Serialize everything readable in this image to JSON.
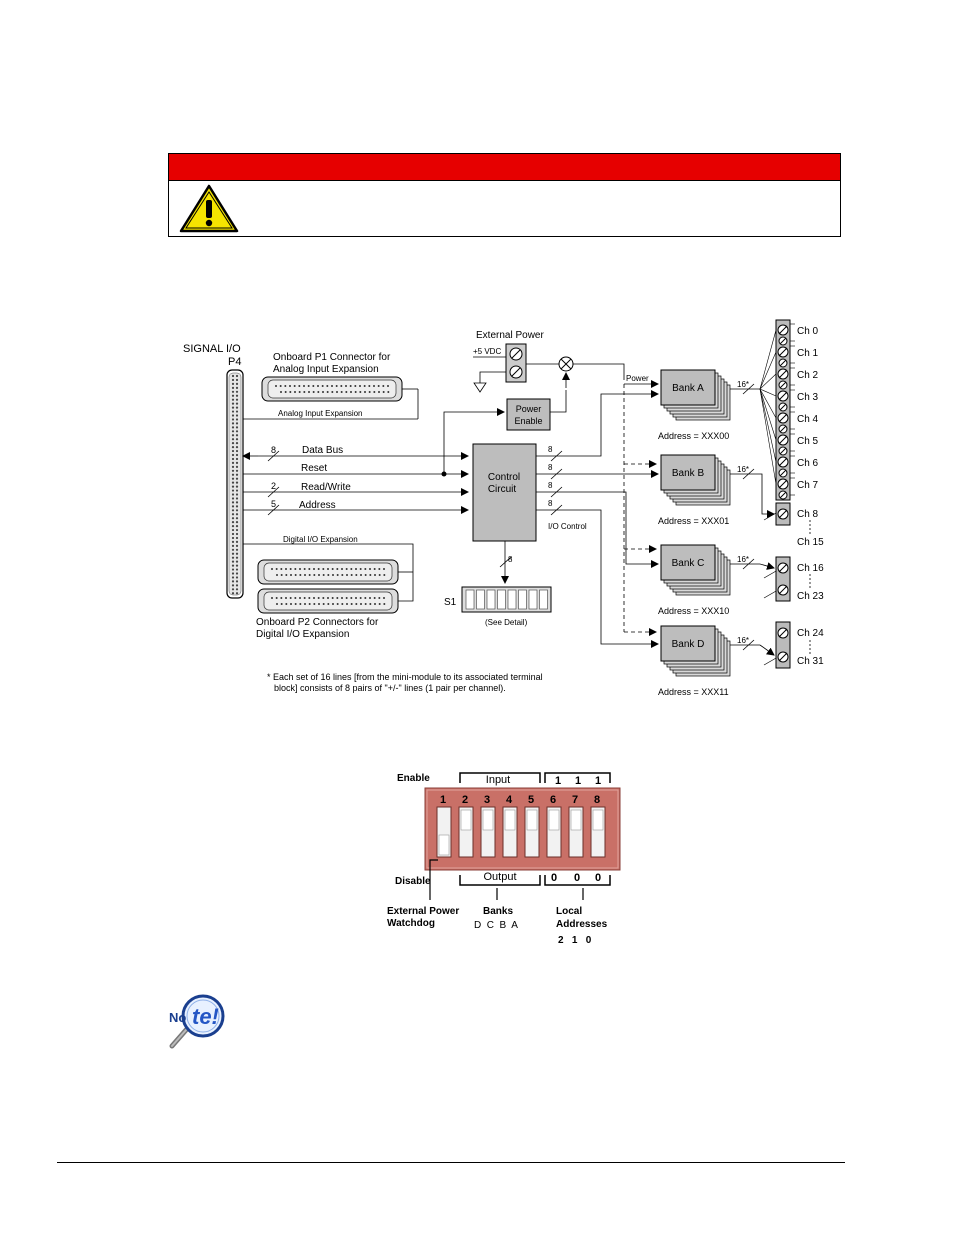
{
  "block_diagram": {
    "signal_io": "SIGNAL I/O",
    "p4": "P4",
    "p1_line1": "Onboard P1 Connector for",
    "p1_line2": "Analog Input Expansion",
    "analog_exp": "Analog Input Expansion",
    "ext_power": "External Power",
    "vdc": "+5 VDC",
    "power_enable_1": "Power",
    "power_enable_2": "Enable",
    "power": "Power",
    "data_bus": "Data Bus",
    "reset": "Reset",
    "read_write": "Read/Write",
    "address": "Address",
    "bus_width_8": "8",
    "bus_width_2": "2",
    "bus_width_5": "5",
    "bus_width_16": "16*",
    "control_1": "Control",
    "control_2": "Circuit",
    "io_control": "I/O Control",
    "digital_exp": "Digital I/O Expansion",
    "p2_line1": "Onboard P2 Connectors for",
    "p2_line2": "Digital I/O Expansion",
    "s1": "S1",
    "see_detail": "(See Detail)",
    "banks": [
      {
        "name": "Bank A",
        "address": "Address = XXX00"
      },
      {
        "name": "Bank B",
        "address": "Address = XXX01"
      },
      {
        "name": "Bank C",
        "address": "Address = XXX10"
      },
      {
        "name": "Bank D",
        "address": "Address = XXX11"
      }
    ],
    "channels": [
      "Ch 0",
      "Ch 1",
      "Ch 2",
      "Ch 3",
      "Ch 4",
      "Ch 5",
      "Ch 6",
      "Ch 7"
    ],
    "ch8": "Ch 8",
    "ch15": "Ch 15",
    "ch16": "Ch 16",
    "ch23": "Ch 23",
    "ch24": "Ch 24",
    "ch31": "Ch 31",
    "footnote_1": "* Each set of 16 lines [from the mini-module to its associated terminal",
    "footnote_2": "block] consists of 8 pairs of  \"+/-\" lines (1 pair per channel)."
  },
  "dip_detail": {
    "enable": "Enable",
    "disable": "Disable",
    "input": "Input",
    "output": "Output",
    "ones": [
      "1",
      "1",
      "1"
    ],
    "zeros": [
      "0",
      "0",
      "0"
    ],
    "switch_numbers": [
      "1",
      "2",
      "3",
      "4",
      "5",
      "6",
      "7",
      "8"
    ],
    "ext_1": "External Power",
    "ext_2": "Watchdog",
    "banks_label": "Banks",
    "banks_letters": "D  C  B  A",
    "local_1": "Local",
    "local_2": "Addresses",
    "local_bits": "2   1   0"
  },
  "note_icon_text": "Note!",
  "colors": {
    "warning_bar": "#e60000",
    "dip_body": "#c97067",
    "module_fill": "#bdbdbd"
  }
}
